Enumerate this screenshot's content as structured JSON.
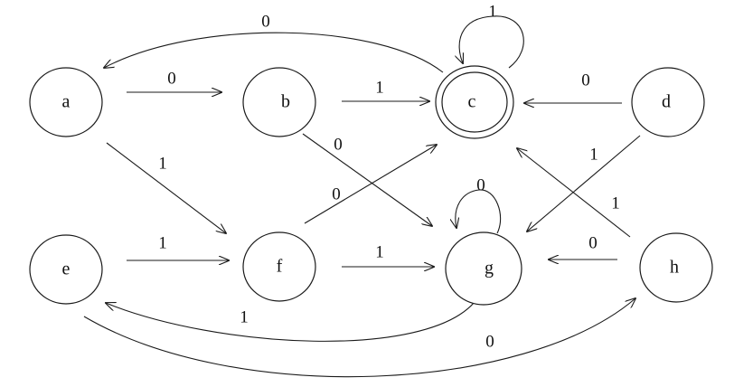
{
  "states": [
    {
      "id": "a",
      "label": "a"
    },
    {
      "id": "b",
      "label": "b"
    },
    {
      "id": "c",
      "label": "c",
      "accepting": true
    },
    {
      "id": "d",
      "label": "d"
    },
    {
      "id": "e",
      "label": "e"
    },
    {
      "id": "f",
      "label": "f"
    },
    {
      "id": "g",
      "label": "g"
    },
    {
      "id": "h",
      "label": "h"
    }
  ],
  "transitions": [
    {
      "from": "c",
      "to": "a",
      "label": "0"
    },
    {
      "from": "c",
      "to": "c",
      "label": "1"
    },
    {
      "from": "a",
      "to": "b",
      "label": "0"
    },
    {
      "from": "b",
      "to": "c",
      "label": "1"
    },
    {
      "from": "d",
      "to": "c",
      "label": "0"
    },
    {
      "from": "a",
      "to": "f",
      "label": "1"
    },
    {
      "from": "b",
      "to": "g",
      "label": "0"
    },
    {
      "from": "f",
      "to": "c",
      "label": "0"
    },
    {
      "from": "d",
      "to": "g",
      "label": "1"
    },
    {
      "from": "h",
      "to": "c",
      "label": "1"
    },
    {
      "from": "g",
      "to": "g",
      "label": "0"
    },
    {
      "from": "e",
      "to": "f",
      "label": "1"
    },
    {
      "from": "f",
      "to": "g",
      "label": "1"
    },
    {
      "from": "h",
      "to": "g",
      "label": "0"
    },
    {
      "from": "g",
      "to": "e",
      "label": "1"
    },
    {
      "from": "e",
      "to": "h",
      "label": "0"
    }
  ]
}
